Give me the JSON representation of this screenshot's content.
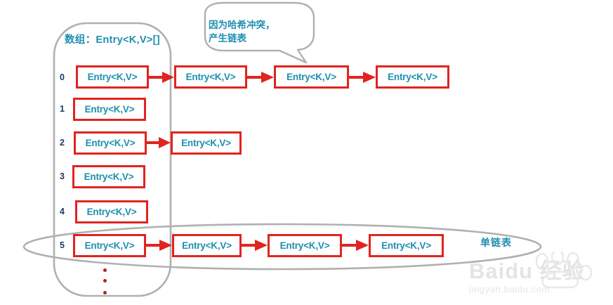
{
  "diagram": {
    "title_label": "数组：Entry<K,V>[]",
    "callout_line1": "因为哈希冲突，",
    "callout_line2": "产生链表",
    "linked_list_label": "单链表",
    "entry_label": "Entry<K,V>",
    "colors": {
      "box_border": "#e0241f",
      "text_teal": "#1f8fb0",
      "index_navy": "#1b3a5c",
      "container_gray": "#b0b0b0",
      "arrow_red": "#e0241f",
      "dot_red": "#b32424",
      "watermark_gray": "#e4e4e4"
    },
    "buckets": [
      {
        "index": "0",
        "entries": [
          "Entry<K,V>",
          "Entry<K,V>",
          "Entry<K,V>",
          "Entry<K,V>"
        ]
      },
      {
        "index": "1",
        "entries": [
          "Entry<K,V>"
        ]
      },
      {
        "index": "2",
        "entries": [
          "Entry<K,V>",
          "Entry<K,V>"
        ]
      },
      {
        "index": "3",
        "entries": [
          "Entry<K,V>"
        ]
      },
      {
        "index": "4",
        "entries": [
          "Entry<K,V>"
        ]
      },
      {
        "index": "5",
        "entries": [
          "Entry<K,V>",
          "Entry<K,V>",
          "Entry<K,V>",
          "Entry<K,V>"
        ]
      }
    ],
    "ellipsis_dots": 3
  },
  "watermark": {
    "main": "Baidu 经验",
    "sub": "jingyan.baidu.com"
  }
}
